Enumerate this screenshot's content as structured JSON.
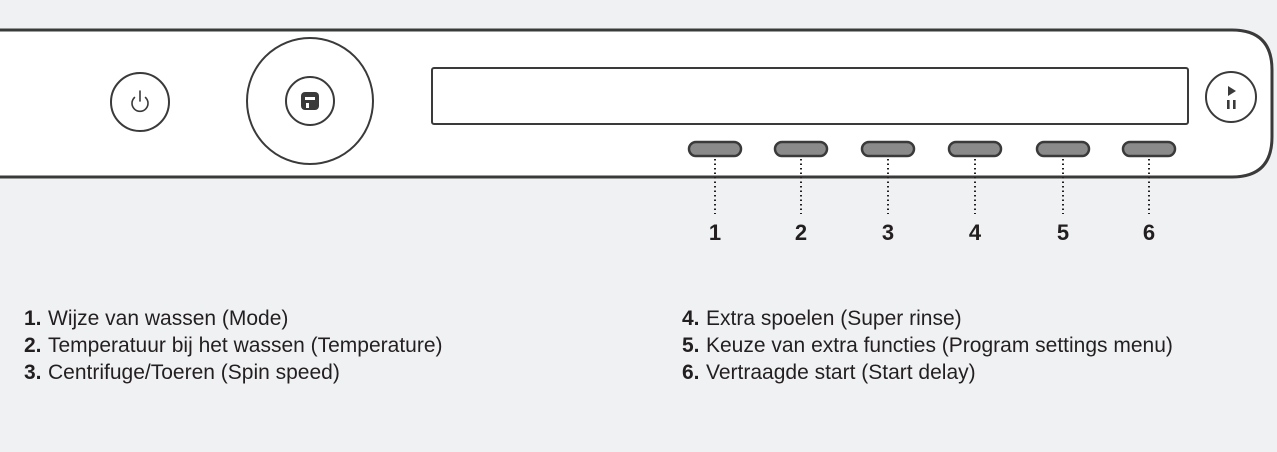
{
  "panel": {
    "power_button": {
      "icon": "power-icon"
    },
    "program_dial": {
      "icon": "program-dial-icon"
    },
    "display": {
      "text": ""
    },
    "start_pause_button": {
      "icon": "play-pause-icon"
    },
    "function_buttons": [
      "1",
      "2",
      "3",
      "4",
      "5",
      "6"
    ]
  },
  "legend": {
    "left": [
      {
        "num": "1.",
        "text": "Wijze van wassen (Mode)"
      },
      {
        "num": "2.",
        "text": "Temperatuur bij het wassen (Temperature)"
      },
      {
        "num": "3.",
        "text": "Centrifuge/Toeren (Spin speed)"
      }
    ],
    "right": [
      {
        "num": "4.",
        "text": "Extra spoelen (Super rinse)"
      },
      {
        "num": "5.",
        "text": "Keuze van extra functies (Program settings menu)"
      },
      {
        "num": "6.",
        "text": "Vertraagde start (Start delay)"
      }
    ]
  },
  "colors": {
    "background": "#f0f1f3",
    "panel_fill": "#ffffff",
    "outline": "#3a3a3a",
    "button_fill": "#8a8a8a"
  }
}
